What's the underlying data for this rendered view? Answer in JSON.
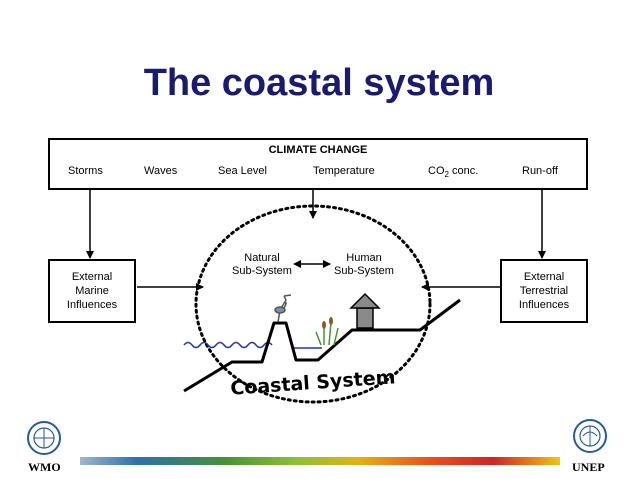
{
  "title": "The coastal system",
  "climate": {
    "heading": "CLIMATE CHANGE",
    "factors": [
      "Storms",
      "Waves",
      "Sea Level",
      "Temperature",
      "CO",
      "Run-off"
    ],
    "co2_sub": "2",
    "co2_suffix": " conc."
  },
  "left_box": [
    "External",
    "Marine",
    "Influences"
  ],
  "right_box": [
    "External",
    "Terrestrial",
    "Influences"
  ],
  "natural": [
    "Natural",
    "Sub-System"
  ],
  "human": [
    "Human",
    "Sub-System"
  ],
  "coastal_label": "Coastal System",
  "logos": {
    "left": "WMO",
    "right": "UNEP"
  }
}
